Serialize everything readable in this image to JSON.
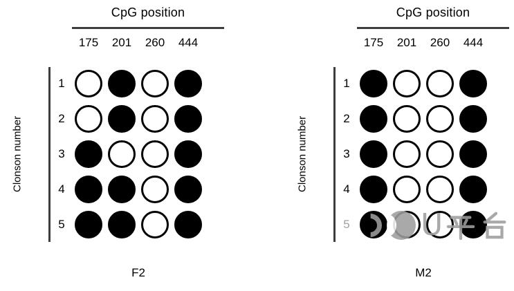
{
  "panels": [
    {
      "header": "CpG position",
      "columns": [
        "175",
        "201",
        "260",
        "444"
      ],
      "ylabel": "Clonson number",
      "rows": [
        "1",
        "2",
        "3",
        "4",
        "5"
      ],
      "grid": [
        [
          0,
          1,
          0,
          1
        ],
        [
          0,
          1,
          0,
          1
        ],
        [
          1,
          0,
          0,
          1
        ],
        [
          1,
          1,
          0,
          1
        ],
        [
          1,
          1,
          0,
          1
        ]
      ],
      "caption": "F2"
    },
    {
      "header": "CpG position",
      "columns": [
        "175",
        "201",
        "260",
        "444"
      ],
      "ylabel": "Clonson number",
      "rows": [
        "1",
        "2",
        "3",
        "4",
        "5"
      ],
      "grid": [
        [
          1,
          0,
          0,
          1
        ],
        [
          1,
          0,
          0,
          1
        ],
        [
          1,
          0,
          0,
          1
        ],
        [
          1,
          0,
          0,
          1
        ],
        [
          1,
          0,
          0,
          1
        ]
      ],
      "caption": "M2"
    }
  ],
  "watermark": {
    "letter": "U",
    "cjk_text": "平台",
    "color": "#9e9e9e"
  },
  "colors": {
    "methylated": "#000000",
    "unmethylated": "#ffffff",
    "stroke": "#000000",
    "axis": "#3d3d3d"
  }
}
